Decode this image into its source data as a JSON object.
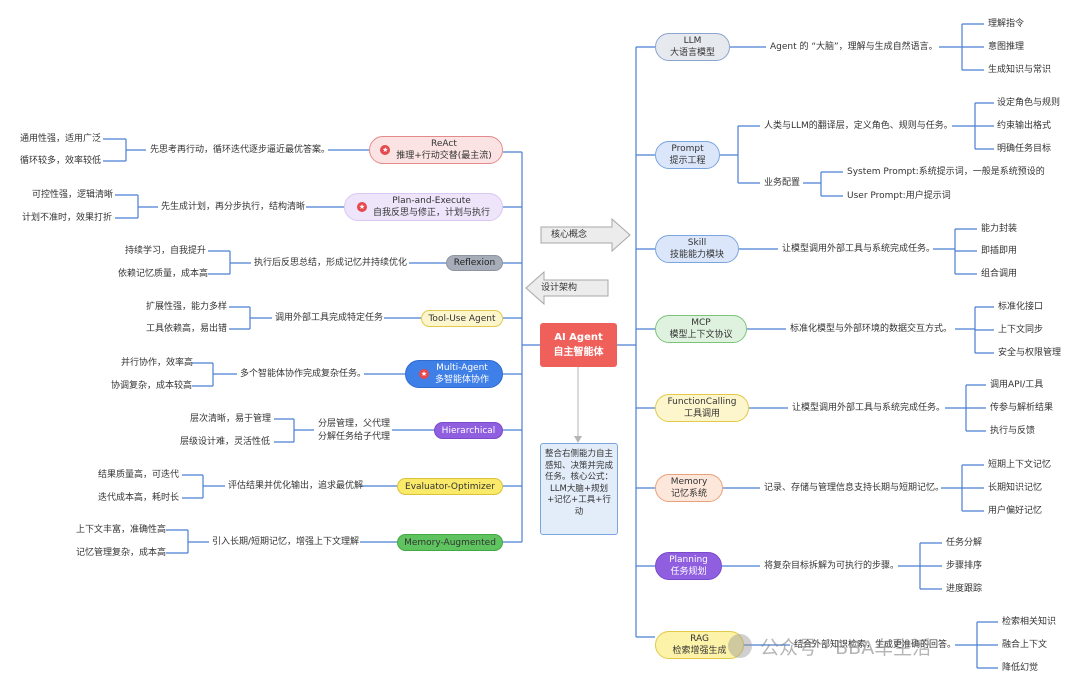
{
  "center": {
    "line1": "AI Agent",
    "line2": "自主智能体"
  },
  "description": "整合右侧能力自主感知、决策并完成任务。核心公式：LLM大脑+规划+记忆+工具+行动",
  "arrows": {
    "core": "核心概念",
    "arch": "设计架构"
  },
  "right": [
    {
      "title": "LLM",
      "subtitle": "大语言模型",
      "desc": "Agent 的 “大脑”，理解与生成自然语言。",
      "items": [
        "理解指令",
        "意图推理",
        "生成知识与常识"
      ]
    },
    {
      "title": "Prompt",
      "subtitle": "提示工程",
      "desc": "人类与LLM的翻译层，定义角色、规则与任务。",
      "items": [
        "设定角色与规则",
        "约束输出格式",
        "明确任务目标"
      ],
      "sub": {
        "label": "业务配置",
        "items": [
          "System Prompt:系统提示词，一般是系统预设的",
          "User Prompt:用户提示词"
        ]
      }
    },
    {
      "title": "Skill",
      "subtitle": "技能能力模块",
      "desc": "让模型调用外部工具与系统完成任务。",
      "items": [
        "能力封装",
        "即插即用",
        "组合调用"
      ]
    },
    {
      "title": "MCP",
      "subtitle": "模型上下文协议",
      "desc": "标准化模型与外部环境的数据交互方式。",
      "items": [
        "标准化接口",
        "上下文同步",
        "安全与权限管理"
      ]
    },
    {
      "title": "FunctionCalling",
      "subtitle": "工具调用",
      "desc": "让模型调用外部工具与系统完成任务。",
      "items": [
        "调用API/工具",
        "传参与解析结果",
        "执行与反馈"
      ]
    },
    {
      "title": "Memory",
      "subtitle": "记忆系统",
      "desc": "记录、存储与管理信息支持长期与短期记忆。",
      "items": [
        "短期上下文记忆",
        "长期知识记忆",
        "用户偏好记忆"
      ]
    },
    {
      "title": "Planning",
      "subtitle": "任务规划",
      "desc": "将复杂目标拆解为可执行的步骤。",
      "items": [
        "任务分解",
        "步骤排序",
        "进度跟踪"
      ]
    },
    {
      "title": "RAG",
      "subtitle": "检索增强生成",
      "desc": "结合外部知识检索，生成更准确的回答。",
      "items": [
        "检索相关知识",
        "融合上下文",
        "降低幻觉"
      ]
    }
  ],
  "left": [
    {
      "title": "ReAct",
      "subtitle": "推理+行动交替(最主流)",
      "desc": "先思考再行动，循环迭代逐步逼近最优答案。",
      "items": [
        "通用性强，适用广泛",
        "循环较多，效率较低"
      ]
    },
    {
      "title": "Plan-and-Execute",
      "subtitle": "自我反思与修正，计划与执行",
      "desc": "先生成计划，再分步执行，结构清晰",
      "items": [
        "可控性强，逻辑清晰",
        "计划不准时，效果打折"
      ]
    },
    {
      "title": "Reflexion",
      "desc": "执行后反思总结，形成记忆并持续优化",
      "items": [
        "持续学习，自我提升",
        "依赖记忆质量，成本高"
      ]
    },
    {
      "title": "Tool-Use Agent",
      "desc": "调用外部工具完成特定任务",
      "items": [
        "扩展性强，能力多样",
        "工具依赖高，易出错"
      ]
    },
    {
      "title": "Multi-Agent",
      "subtitle": "多智能体协作",
      "desc": "多个智能体协作完成复杂任务。",
      "items": [
        "并行协作，效率高",
        "协调复杂，成本较高"
      ]
    },
    {
      "title": "Hierarchical",
      "desc": "分层管理，父代理\n分解任务给子代理",
      "items": [
        "层次清晰，易于管理",
        "层级设计难，灵活性低"
      ]
    },
    {
      "title": "Evaluator-Optimizer",
      "desc": "评估结果并优化输出，追求最优解",
      "items": [
        "结果质量高，可迭代",
        "迭代成本高，耗时长"
      ]
    },
    {
      "title": "Memory-Augmented",
      "desc": "引入长期/短期记忆，增强上下文理解",
      "items": [
        "上下文丰富，准确性高",
        "记忆管理复杂，成本高"
      ]
    }
  ],
  "watermark": "公众号 · BBA车生活",
  "colors": {
    "line": "#4a7fd4",
    "center": "#f0605b"
  }
}
